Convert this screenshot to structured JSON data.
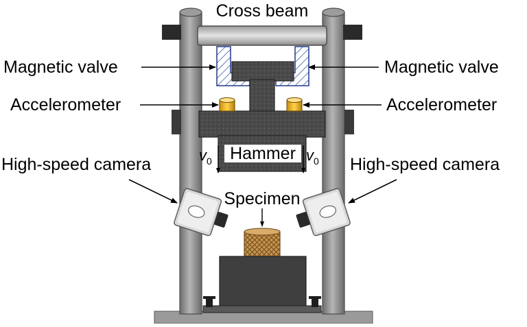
{
  "labels": {
    "cross_beam": "Cross beam",
    "magnetic_valve_left": "Magnetic valve",
    "magnetic_valve_right": "Magnetic valve",
    "accelerometer_left": "Accelerometer",
    "accelerometer_right": "Accelerometer",
    "camera_left": "High-speed camera",
    "camera_right": "High-speed camera",
    "hammer": "Hammer",
    "specimen": "Specimen",
    "velocity_symbol": "v",
    "velocity_subscript": "0"
  },
  "colors": {
    "column": "#8a8a8a",
    "column_edge": "#555555",
    "hammer": "#4a4a4a",
    "base": "#3f3f3f",
    "accelerometer": "#e8b21a",
    "specimen": "#c89650",
    "camera_body": "#d8d8d8",
    "camera_lens": "#2a2a2a"
  }
}
